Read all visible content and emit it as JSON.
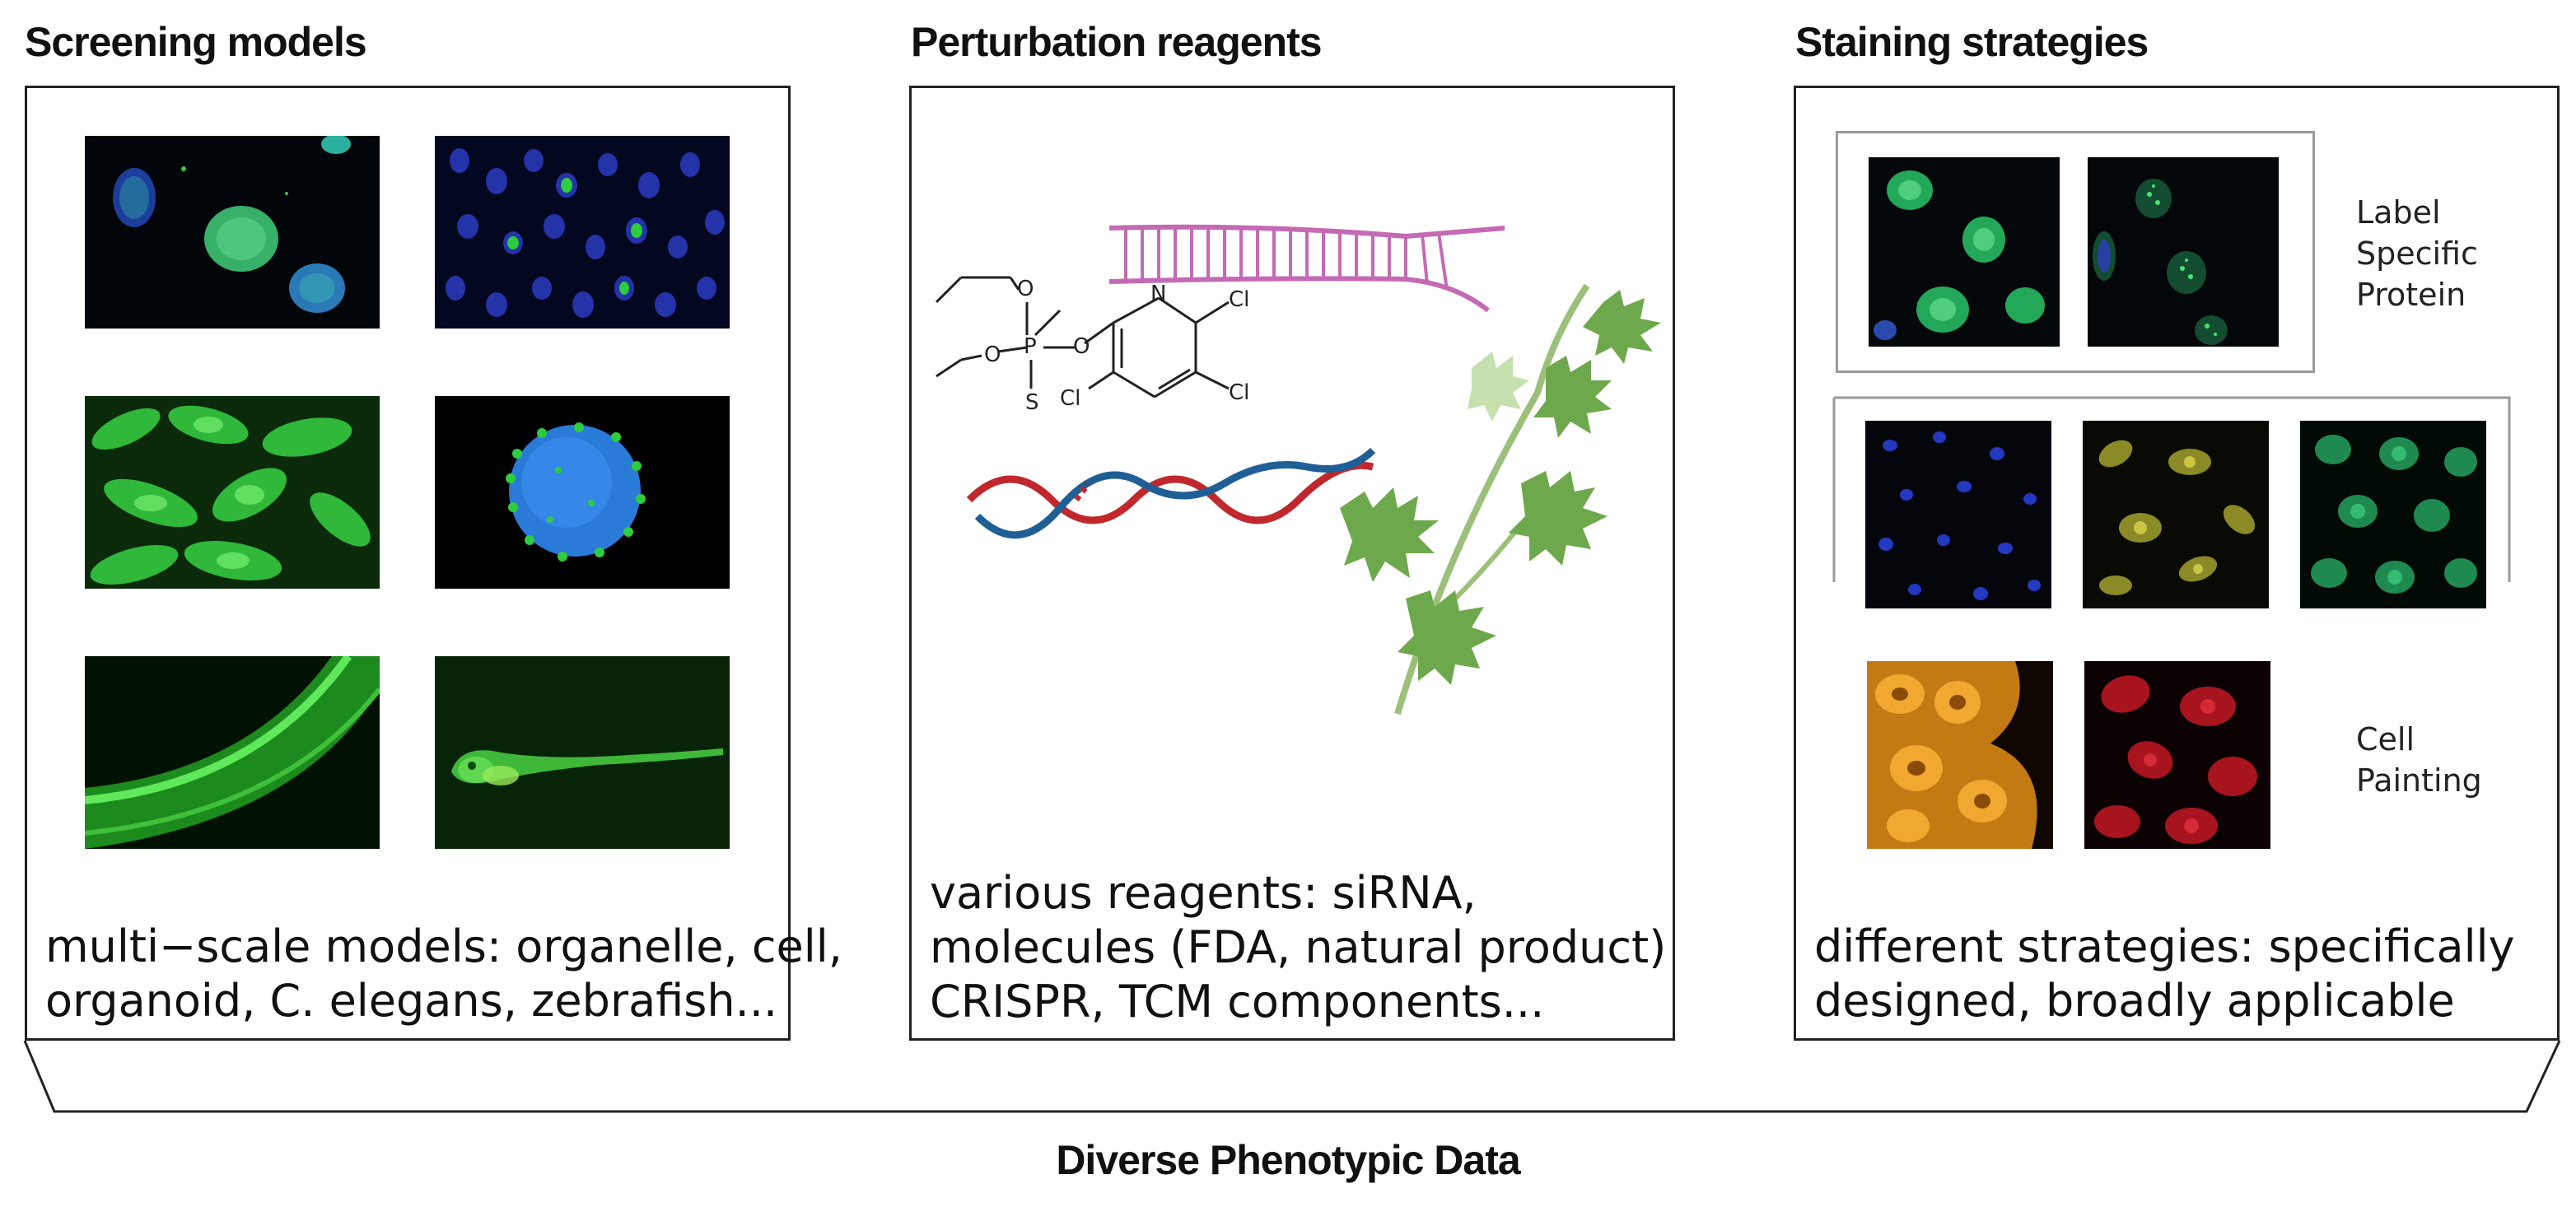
{
  "panels": {
    "screening": {
      "title": "Screening models",
      "caption_line1": "multi−scale models: organelle, cell,",
      "caption_line2": "organoid, C. elegans, zebrafish..."
    },
    "perturbation": {
      "title": "Perturbation reagents",
      "caption_line1": "various reagents: siRNA,",
      "caption_line2": "molecules (FDA, natural product)",
      "caption_line3": "CRISPR, TCM components...",
      "molecule_atoms": [
        "O",
        "O",
        "O",
        "P",
        "S",
        "N",
        "Cl",
        "Cl",
        "Cl"
      ]
    },
    "staining": {
      "title": "Staining strategies",
      "label_specific": [
        "Label",
        "Specific",
        "Protein"
      ],
      "cell_painting": [
        "Cell",
        "Painting"
      ],
      "caption_line1": "different strategies: specifically",
      "caption_line2": "designed, broadly applicable"
    }
  },
  "bottom_title": "Diverse Phenotypic Data",
  "colors": {
    "nucleus_blue": "#2f4fd0",
    "gfp_green": "#2ecc40",
    "rna_pink": "#c46ab4",
    "dna_red": "#c0282d",
    "dna_blue": "#1f5f96",
    "plant_green": "#6ea84c",
    "mito_orange": "#e8941a",
    "actin_red": "#c81e2a",
    "er_yellow": "#c9c43a"
  }
}
